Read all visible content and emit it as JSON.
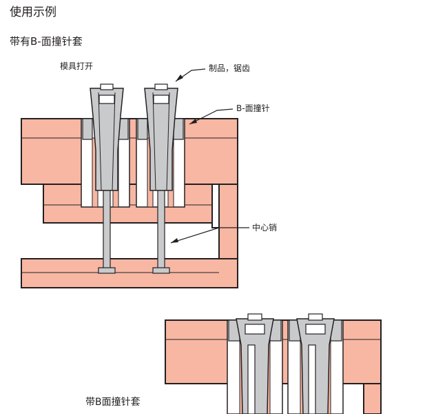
{
  "page": {
    "heading": "使用示例",
    "subheading": "带有B-面撞针套"
  },
  "diagram": {
    "labels": {
      "mold_open": "模具打开",
      "product_undercut": "制品，锯齿",
      "b_side_pin": "B-面撞针",
      "center_pin": "中心销",
      "with_b_side_sleeve": "带B面撞针套"
    },
    "colors": {
      "mold_plate": "#f7b7a3",
      "steel_gray": "#c9cacc",
      "outline": "#231f20",
      "background": "#ffffff"
    }
  }
}
